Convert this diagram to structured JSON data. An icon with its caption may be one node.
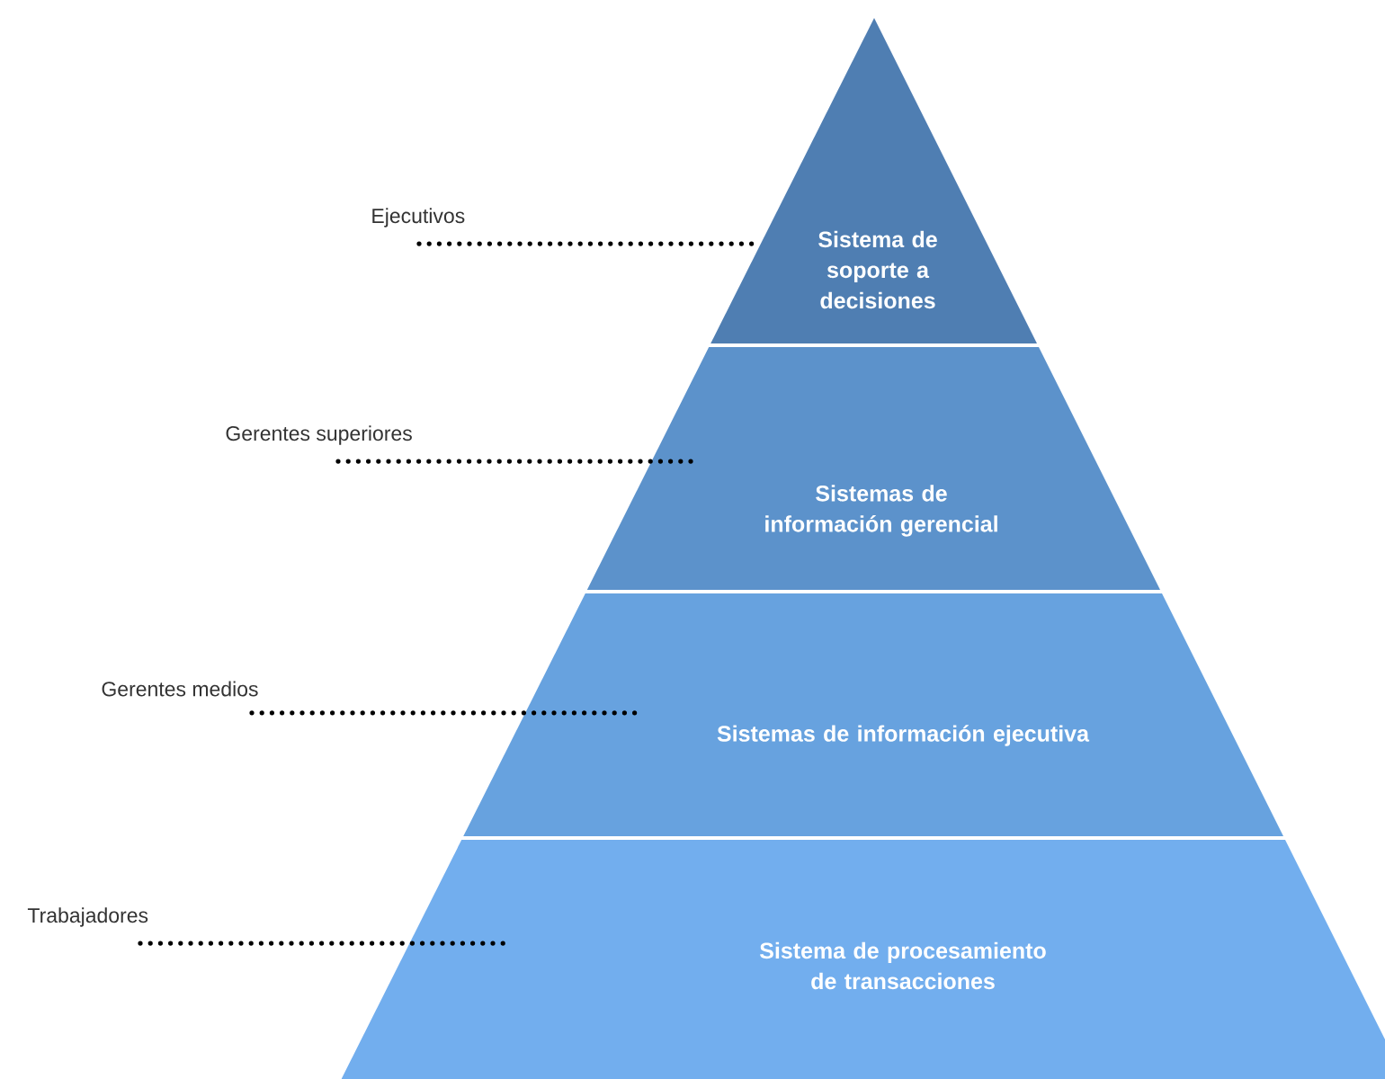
{
  "diagram": {
    "nodes": [
      {
        "text": [
          "Sistema de soporte a decisiones"
        ]
      },
      {
        "text": [
          "Sistemas de información gerencial"
        ]
      },
      {
        "text": [
          "Sistemas de información ejecutiva"
        ]
      },
      {
        "text": [
          "Sistema de procesamiento de transacciones"
        ]
      },
      {
        "text": [
          "Ejecutivos"
        ]
      },
      {
        "text": [
          "Gerentes superiores"
        ]
      },
      {
        "text": [
          "Gerentes medios"
        ]
      },
      {
        "text": [
          "Trabajadores"
        ]
      }
    ],
    "edges": [
      {
        "from": 4,
        "to": 0,
        "arrow": "none",
        "style": "dashed"
      },
      {
        "from": 5,
        "to": 1,
        "arrow": "none",
        "style": "dashed"
      },
      {
        "from": 6,
        "to": 2,
        "arrow": "none",
        "style": "dashed"
      },
      {
        "from": 7,
        "to": 3,
        "arrow": "none",
        "style": "dashed"
      }
    ]
  }
}
